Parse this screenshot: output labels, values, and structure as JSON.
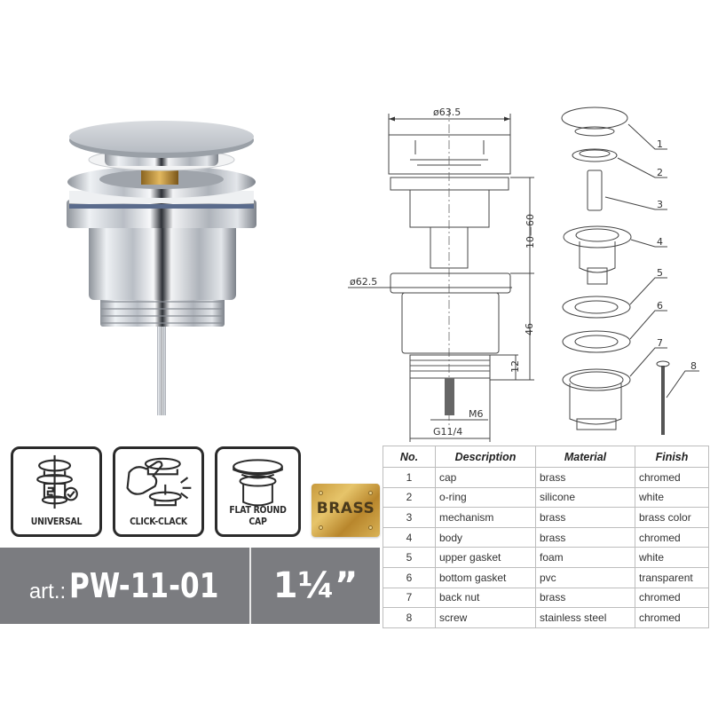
{
  "product": {
    "article_prefix": "art.:",
    "article_code": "PW-11-01",
    "size": "1¼”",
    "material_badge": "BRASS",
    "colors": {
      "bar_gray": "#7b7c80",
      "brass_gold": "#c89a3c",
      "icon_stroke": "#2b2b2b"
    }
  },
  "features": [
    {
      "icon": "universal-waste-icon",
      "label": "UNIVERSAL"
    },
    {
      "icon": "click-clack-icon",
      "label": "CLICK-CLACK"
    },
    {
      "icon": "flat-round-cap-icon",
      "label": "FLAT ROUND CAP"
    }
  ],
  "drawing": {
    "dimensions": {
      "cap_diameter": "ø63.5",
      "flange_diameter": "ø62.5",
      "height_range": "10—60",
      "body_height": "46",
      "thread_height": "12",
      "screw_thread": "M6",
      "pipe_thread": "G11/4"
    },
    "callouts": [
      "1",
      "2",
      "3",
      "4",
      "5",
      "6",
      "7",
      "8"
    ]
  },
  "parts_table": {
    "headers": [
      "No.",
      "Description",
      "Material",
      "Finish"
    ],
    "rows": [
      {
        "no": "1",
        "description": "cap",
        "material": "brass",
        "finish": "chromed"
      },
      {
        "no": "2",
        "description": "o-ring",
        "material": "silicone",
        "finish": "white"
      },
      {
        "no": "3",
        "description": "mechanism",
        "material": "brass",
        "finish": "brass color"
      },
      {
        "no": "4",
        "description": "body",
        "material": "brass",
        "finish": "chromed"
      },
      {
        "no": "5",
        "description": "upper gasket",
        "material": "foam",
        "finish": "white"
      },
      {
        "no": "6",
        "description": "bottom gasket",
        "material": "pvc",
        "finish": "transparent"
      },
      {
        "no": "7",
        "description": "back nut",
        "material": "brass",
        "finish": "chromed"
      },
      {
        "no": "8",
        "description": "screw",
        "material": "stainless steel",
        "finish": "chromed"
      }
    ]
  }
}
